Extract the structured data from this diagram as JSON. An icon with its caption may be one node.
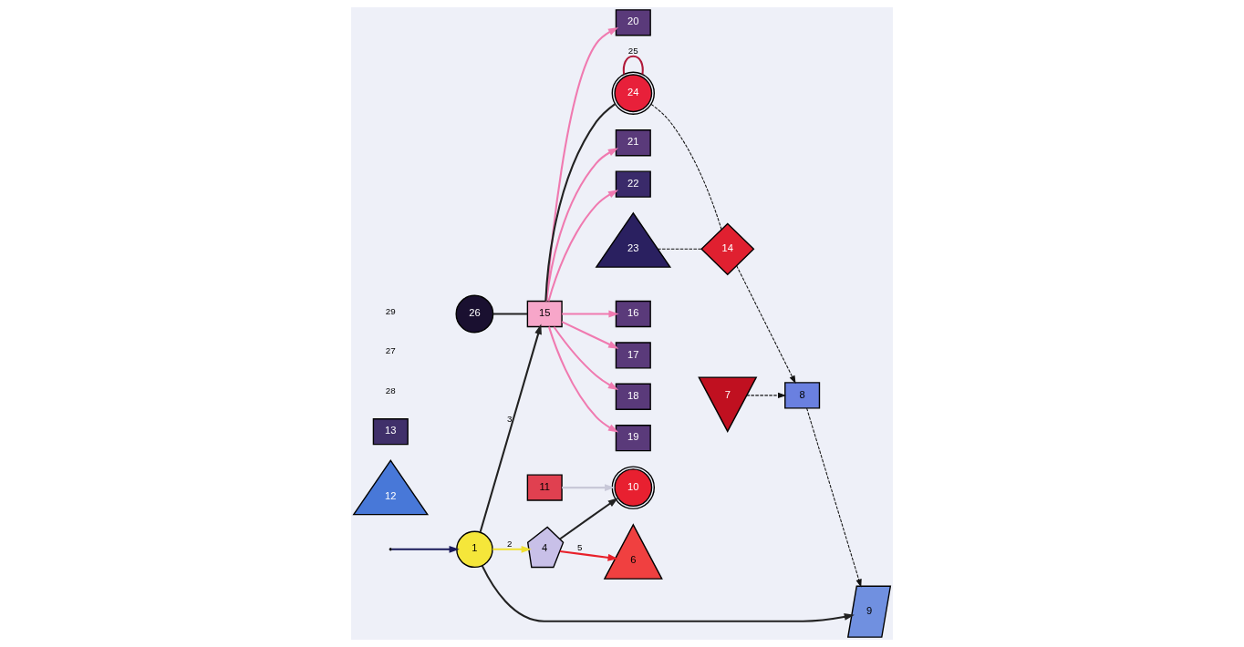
{
  "diagram": {
    "nodes": [
      {
        "text": [
          "1"
        ]
      },
      {
        "text": [
          "4"
        ]
      },
      {
        "text": [
          "6"
        ]
      },
      {
        "text": [
          "7"
        ]
      },
      {
        "text": [
          "8"
        ]
      },
      {
        "text": [
          "9"
        ]
      },
      {
        "text": [
          "10"
        ]
      },
      {
        "text": [
          "11"
        ]
      },
      {
        "text": [
          "12"
        ]
      },
      {
        "text": [
          "13"
        ]
      },
      {
        "text": [
          "14"
        ]
      },
      {
        "text": [
          "15"
        ]
      },
      {
        "text": [
          "16"
        ]
      },
      {
        "text": [
          "17"
        ]
      },
      {
        "text": [
          "18"
        ]
      },
      {
        "text": [
          "19"
        ]
      },
      {
        "text": [
          "20"
        ]
      },
      {
        "text": [
          "21"
        ]
      },
      {
        "text": [
          "22"
        ]
      },
      {
        "text": [
          "23"
        ]
      },
      {
        "text": [
          "24"
        ]
      },
      {
        "text": [
          "26"
        ]
      }
    ],
    "edges": [
      {
        "from": null,
        "to": 0,
        "arrow": "to",
        "color": "#1a1a5a"
      },
      {
        "from": 0,
        "to": 1,
        "arrow": "to",
        "label": "2",
        "color": "#f0e030"
      },
      {
        "from": 0,
        "to": 5,
        "arrow": "to",
        "color": "#222222"
      },
      {
        "from": 0,
        "to": 11,
        "arrow": "to",
        "label": "3",
        "color": "#222222"
      },
      {
        "from": 1,
        "to": 2,
        "arrow": "to",
        "label": "5",
        "color": "#e8202a"
      },
      {
        "from": 1,
        "to": 6,
        "arrow": "to",
        "color": "#222222"
      },
      {
        "from": 7,
        "to": 6,
        "arrow": "to",
        "color": "#c8c8d8"
      },
      {
        "from": 21,
        "to": 11,
        "arrow": "none",
        "color": "#222222"
      },
      {
        "from": 11,
        "to": 17,
        "arrow": "to"
      },
      {
        "from": 11,
        "to": 16,
        "arrow": "to"
      },
      {
        "from": 11,
        "to": 15,
        "arrow": "to"
      },
      {
        "from": 11,
        "to": 14,
        "arrow": "to"
      },
      {
        "from": 11,
        "to": 12,
        "arrow": "to"
      },
      {
        "from": 11,
        "to": 13,
        "arrow": "to"
      },
      {
        "from": 11,
        "to": 18,
        "arrow": "to"
      },
      {
        "from": 11,
        "to": 20,
        "arrow": "none",
        "color": "#222222"
      },
      {
        "from": 20,
        "to": 20,
        "arrow": "none",
        "label": "25",
        "color": "#b01838"
      },
      {
        "from": 19,
        "to": 10,
        "arrow": "none",
        "style": "dashed",
        "color": "#111111"
      },
      {
        "from": 20,
        "to": 10,
        "arrow": "none",
        "style": "dashed",
        "color": "#111111"
      },
      {
        "from": 10,
        "to": 4,
        "arrow": "to",
        "style": "dashed",
        "color": "#111111"
      },
      {
        "from": 3,
        "to": 4,
        "arrow": "to",
        "style": "dashed",
        "color": "#111111"
      },
      {
        "from": 4,
        "to": 5,
        "arrow": "to",
        "style": "dashed",
        "color": "#111111"
      }
    ],
    "labels": [
      "28",
      "27",
      "29"
    ]
  }
}
